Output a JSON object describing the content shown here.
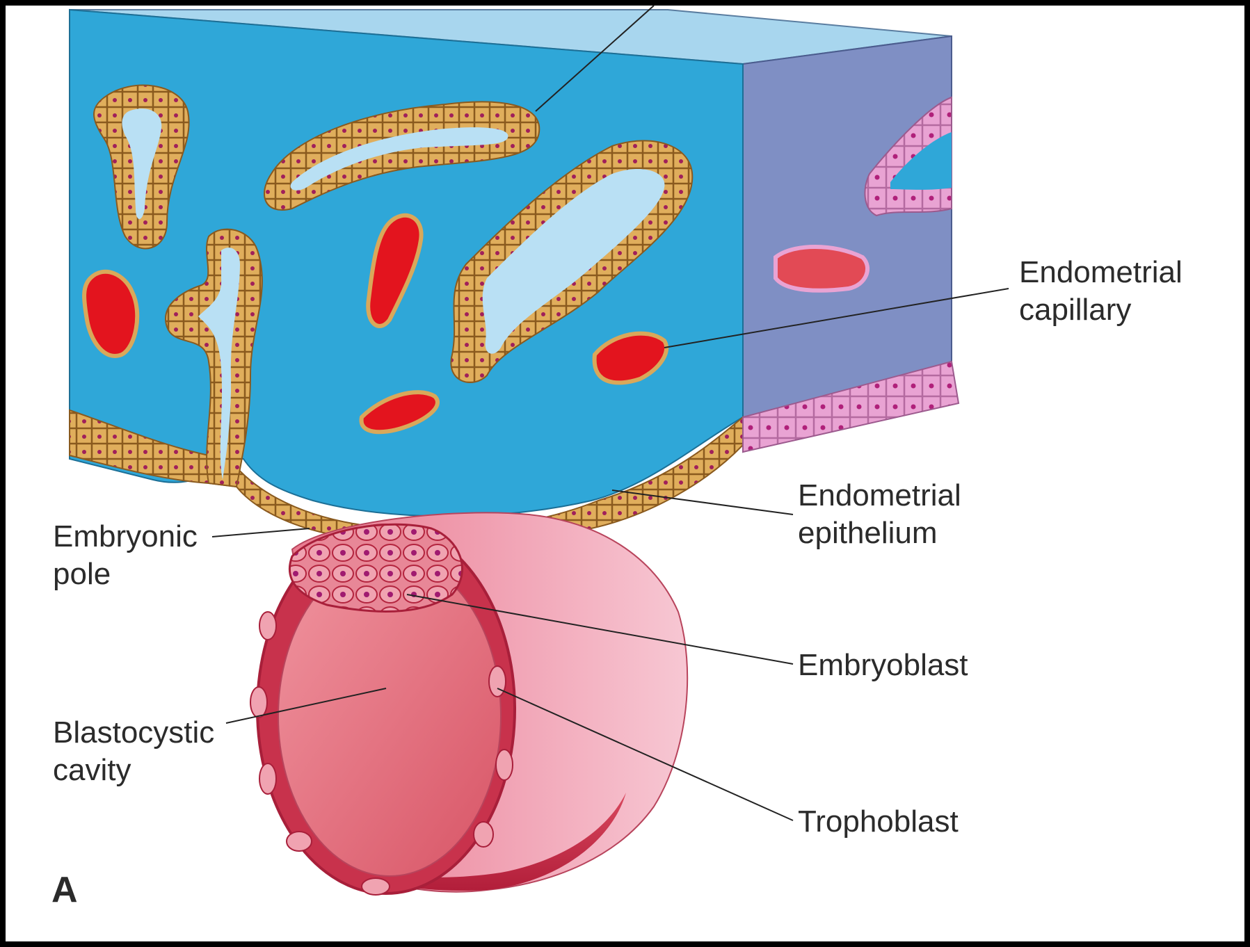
{
  "panel_letter": "A",
  "labels": {
    "endometrial_capillary": [
      "Endometrial",
      "capillary"
    ],
    "endometrial_epithelium": [
      "Endometrial",
      "epithelium"
    ],
    "embryonic_pole": [
      "Embryonic",
      "pole"
    ],
    "embryoblast": [
      "Embryoblast"
    ],
    "blastocystic_cavity": [
      "Blastocystic",
      "cavity"
    ],
    "trophoblast": [
      "Trophoblast"
    ]
  },
  "colors": {
    "stroma_front": "#2fa7d8",
    "stroma_side": "#7f8fc4",
    "stroma_top": "#a8d6ee",
    "gland_epithelium": "#d9a85a",
    "capillary": "#e3141e",
    "blastocyst": "#e88a9a",
    "inner_cell_mass": "#d94c68",
    "frame": "#000000"
  }
}
